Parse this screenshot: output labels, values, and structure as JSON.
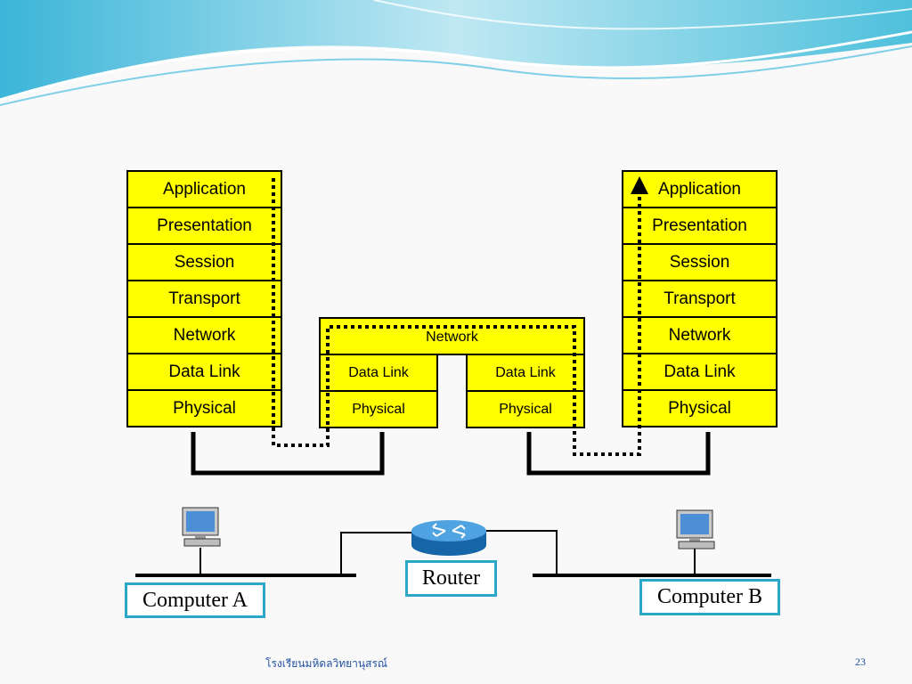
{
  "diagram": {
    "host_a_layers": [
      "Application",
      "Presentation",
      "Session",
      "Transport",
      "Network",
      "Data Link",
      "Physical"
    ],
    "host_b_layers": [
      "Application",
      "Presentation",
      "Session",
      "Transport",
      "Network",
      "Data Link",
      "Physical"
    ],
    "router_layers": {
      "network": "Network",
      "left_data_link": "Data Link",
      "left_physical": "Physical",
      "right_data_link": "Data Link",
      "right_physical": "Physical"
    },
    "labels": {
      "computer_a": "Computer A",
      "computer_b": "Computer B",
      "router": "Router"
    }
  },
  "footer": {
    "school": "โรงเรียนมหิดลวิทยานุสรณ์",
    "page_number": "23"
  },
  "colors": {
    "layer_fill": "#ffff00",
    "label_border": "#2aa7c9",
    "router_blue": "#1f7fc4"
  },
  "icons": [
    "computer-icon",
    "router-icon",
    "arrow-up-icon"
  ]
}
